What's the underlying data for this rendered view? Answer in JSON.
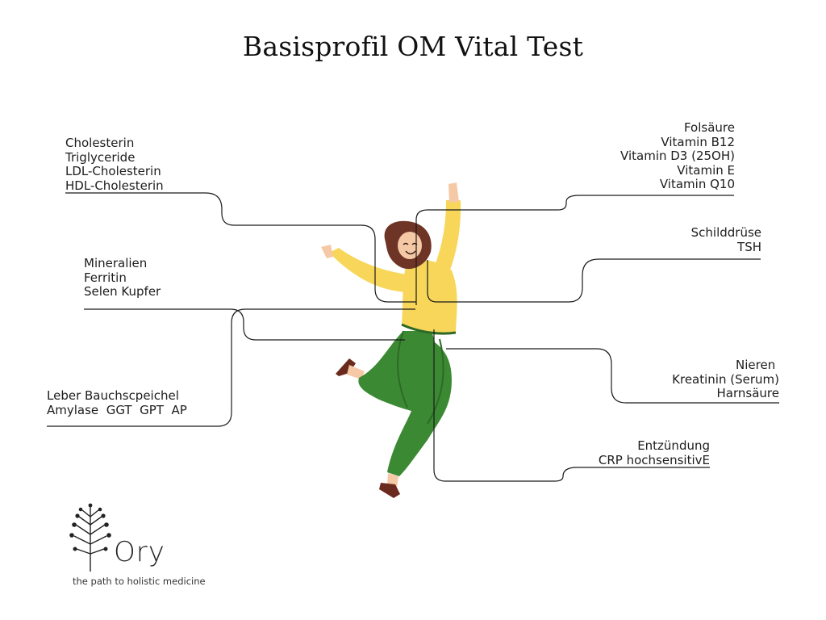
{
  "title": "Basisprofil OM Vital Test",
  "groups": {
    "lipids": [
      "Cholesterin",
      "Triglyceride",
      "LDL-Cholesterin",
      "HDL-Cholesterin"
    ],
    "vitamins": [
      "Folsäure",
      "Vitamin B12",
      "Vitamin D3 (25OH)",
      "Vitamin E",
      "Vitamin Q10"
    ],
    "thyroid": [
      "Schilddrüse",
      "TSH"
    ],
    "minerals": [
      "Mineralien",
      "Ferritin",
      "Selen Kupfer"
    ],
    "kidney": [
      "Nieren ",
      "Kreatinin (Serum)",
      "Harnsäure"
    ],
    "liver": [
      "Leber Bauchscpeichel",
      "Amylase  GGT  GPT  AP"
    ],
    "inflammation": [
      "Entzündung",
      "CRP hochsensitivE"
    ]
  },
  "logo": {
    "name": "Ory",
    "tagline": "the path to holistic medicine"
  },
  "colors": {
    "shirt": "#f7d65a",
    "pants": "#3b8a33",
    "hair": "#6e3426",
    "skin": "#f6c9a6",
    "shoes": "#6a2a1e",
    "line": "#1a1a1a"
  }
}
